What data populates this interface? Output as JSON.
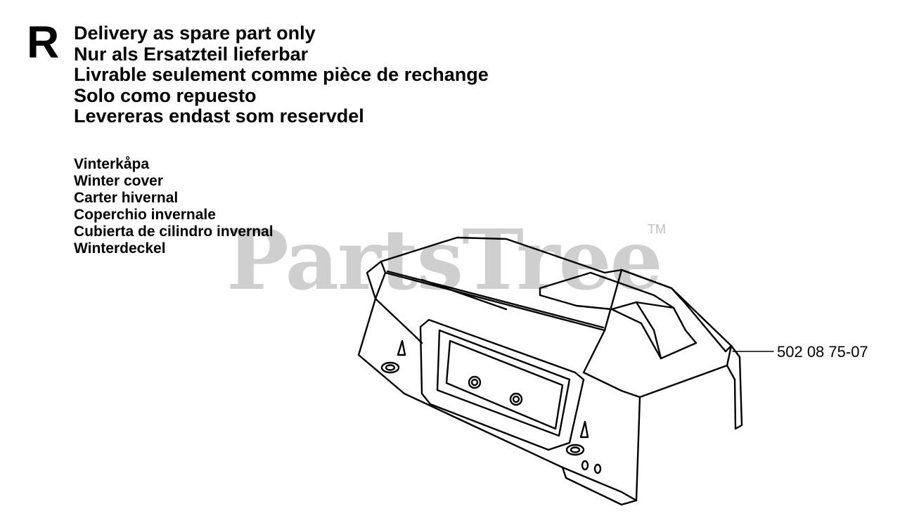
{
  "marker": "R",
  "delivery_notes": [
    "Delivery as spare part only",
    "Nur als Ersatzteil lieferbar",
    "Livrable seulement comme pièce de rechange",
    "Solo como repuesto",
    "Levereras endast som reservdel"
  ],
  "part_names": [
    "Vinterkåpa",
    "Winter cover",
    "Carter hivernal",
    "Coperchio invernale",
    "Cubierta de cilindro invernal",
    "Winterdeckel"
  ],
  "part_number": "502 08 75-07",
  "watermark": {
    "text": "PartsTree",
    "trademark": "TM",
    "color": "#cfcfcf"
  }
}
